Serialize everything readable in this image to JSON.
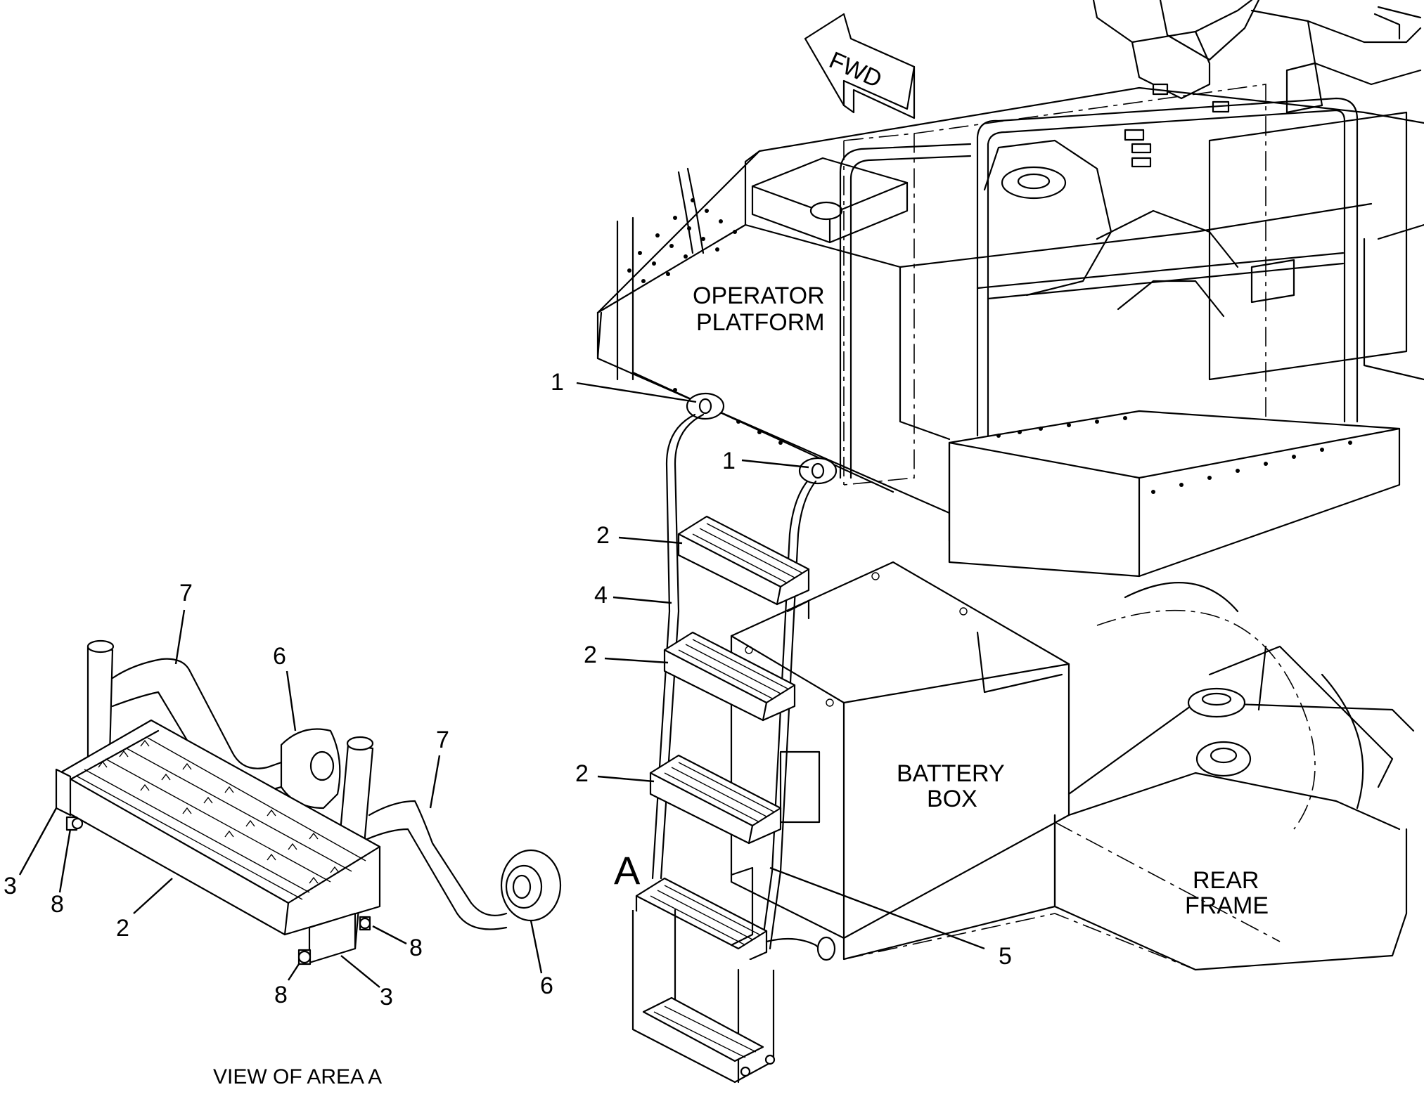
{
  "labels": {
    "fwd": "FWD",
    "operator_platform_line1": "OPERATOR",
    "operator_platform_line2": "PLATFORM",
    "battery_box_line1": "BATTERY",
    "battery_box_line2": "BOX",
    "rear_frame_line1": "REAR",
    "rear_frame_line2": "FRAME",
    "area_marker": "A",
    "view_caption": "VIEW OF AREA A"
  },
  "callouts": {
    "c1a": "1",
    "c1b": "1",
    "c2a": "2",
    "c2b": "2",
    "c2c": "2",
    "c4": "4",
    "c5": "5",
    "d7a": "7",
    "d6a": "6",
    "d7b": "7",
    "d3a": "3",
    "d8a": "8",
    "d2": "2",
    "d8b": "8",
    "d8c": "8",
    "d3b": "3",
    "d6b": "6"
  }
}
